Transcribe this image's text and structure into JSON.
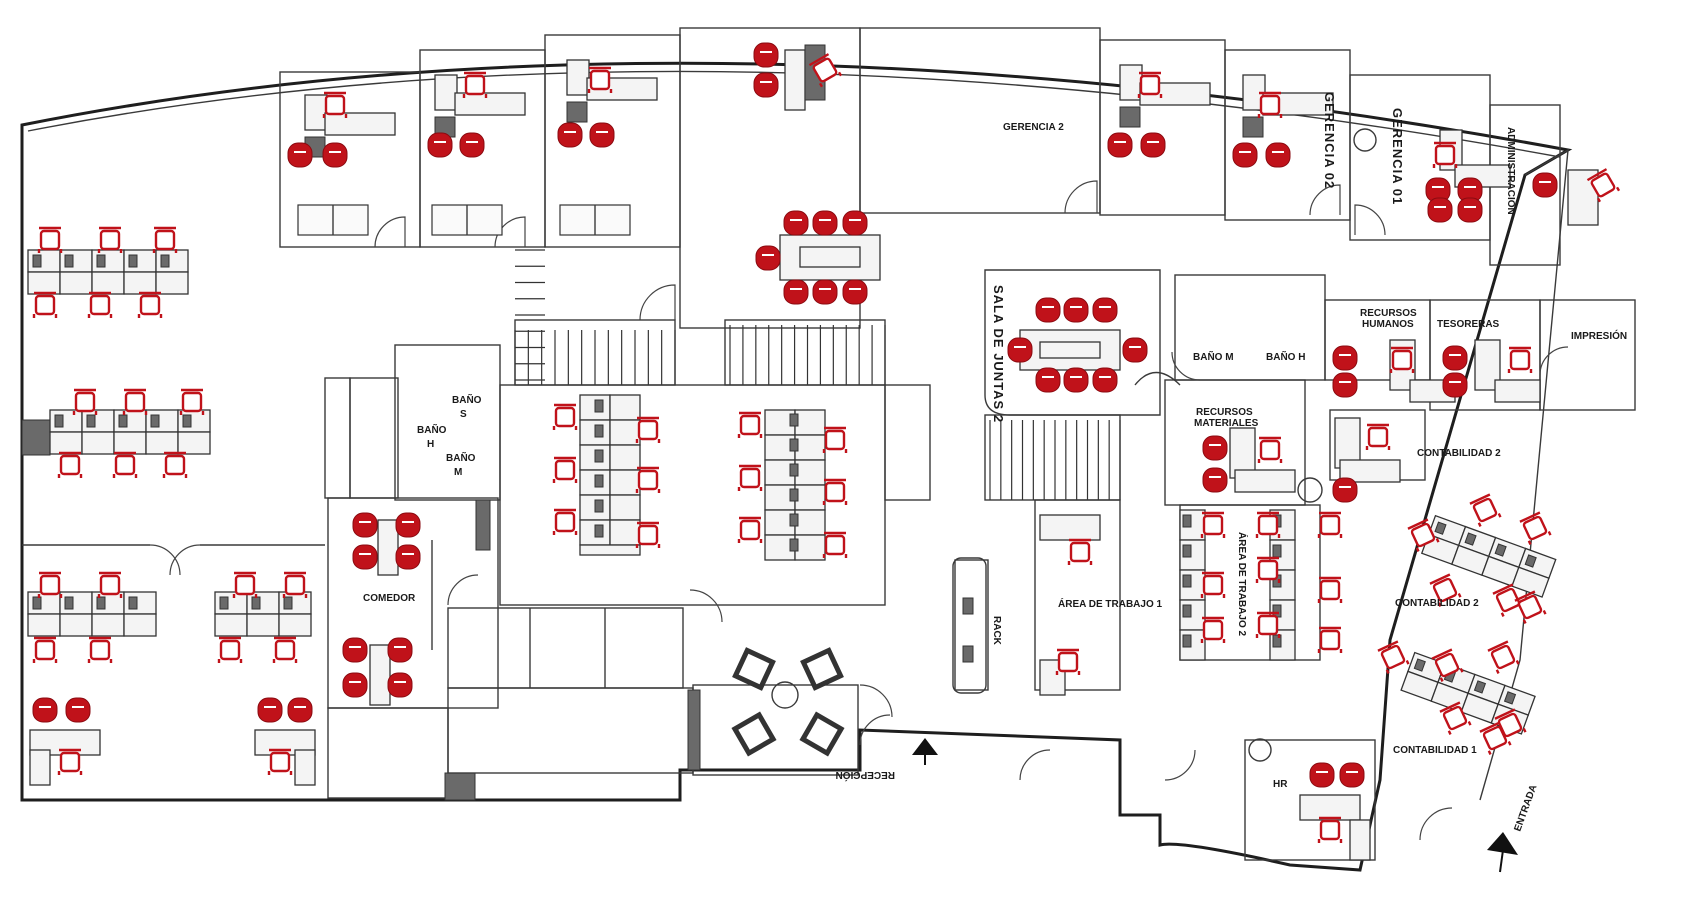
{
  "plan_title": "",
  "rooms": {
    "gerencia_2": "GERENCIA 2",
    "gerencia_02": "GERENCIA 02",
    "gerencia_01": "GERENCIA 01",
    "administracion": "ADMINISTRACIÓN",
    "sala_juntas_2": "SALA DE JUNTAS 2",
    "bano_m": "BAÑO M",
    "bano_h": "BAÑO H",
    "banos_s": "BAÑO\nS",
    "bano_h_left": "BAÑO\nH",
    "bano_m_left": "BAÑO\nM",
    "recursos_humanos": "RECURSOS\nHUMANOS",
    "tesoreras": "TESORERAS",
    "impresion": "IMPRESIÓN",
    "recursos_materiales": "RECURSOS\nMATERIALES",
    "contabilidad_2_top": "CONTABILIDAD 2",
    "contabilidad_2": "CONTABILIDAD 2",
    "contabilidad_1": "CONTABILIDAD 1",
    "area_trabajo_1": "ÁREA DE TRABAJO 1",
    "area_trabajo_2": "ÁREA DE TRABAJO 2",
    "comedor": "COMEDOR",
    "rack": "RACK",
    "hr": "HR",
    "recepcion": "RECEPCIÓN",
    "entrada": "ENTRADA"
  },
  "colors": {
    "furniture_accent": "#c0121a",
    "walls": "#1e1e1e",
    "background": "#ffffff"
  },
  "icons": {
    "entrance_arrow": "entrance-arrow-icon",
    "reception_arrow": "reception-arrow-icon"
  }
}
